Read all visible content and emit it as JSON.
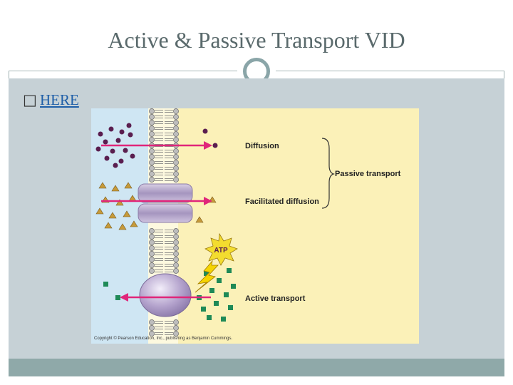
{
  "slide": {
    "title": "Active & Passive Transport VID",
    "bullet": "",
    "link_text": "HERE"
  },
  "diagram": {
    "labels": {
      "diffusion": "Diffusion",
      "facilitated": "Facilitated diffusion",
      "active": "Active transport",
      "passive": "Passive transport",
      "atp": "ATP",
      "copyright": "Copyright © Pearson Education, Inc., publishing as Benjamin Cummings."
    },
    "colors": {
      "outside": "#cfe6f3",
      "inside": "#fbf1b8",
      "arrow": "#e0267a",
      "molecule_circle": "#5a1e4f",
      "molecule_triangle": "#c69a3a",
      "molecule_square": "#1f8a57",
      "protein": "#b7a6cc"
    },
    "icons": [
      "atp-burst-icon",
      "lightning-icon"
    ]
  }
}
